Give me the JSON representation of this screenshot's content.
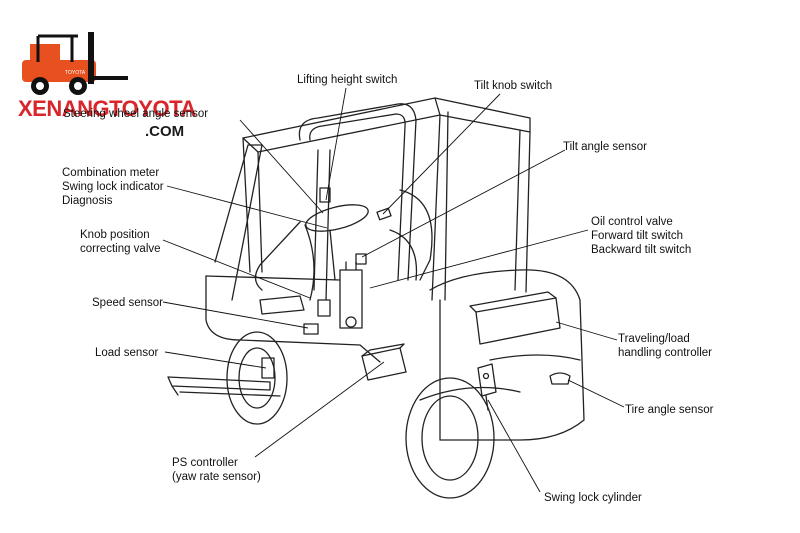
{
  "logo": {
    "brand": "XENANGTOYOTA",
    "domain": ".COM",
    "badge": "TOYOTA",
    "brand_color": "#d9262b"
  },
  "labels": {
    "lifting_height_switch": "Lifting height switch",
    "tilt_knob_switch": "Tilt knob switch",
    "steering_wheel_angle_sensor": "Steering wheel angle sensor",
    "tilt_angle_sensor": "Tilt angle sensor",
    "combination_meter": [
      "Combination meter",
      "Swing lock indicator",
      "Diagnosis"
    ],
    "oil_control_valve": [
      "Oil control valve",
      "Forward tilt switch",
      "Backward tilt switch"
    ],
    "knob_position_correcting_valve": [
      "Knob position",
      "correcting valve"
    ],
    "speed_sensor": "Speed sensor",
    "traveling_handling_controller": [
      "Traveling/load",
      "handling controller"
    ],
    "load_sensor": "Load sensor",
    "tire_angle_sensor": "Tire angle sensor",
    "ps_controller": [
      "PS controller",
      "(yaw rate sensor)"
    ],
    "swing_lock_cylinder": "Swing lock cylinder"
  }
}
